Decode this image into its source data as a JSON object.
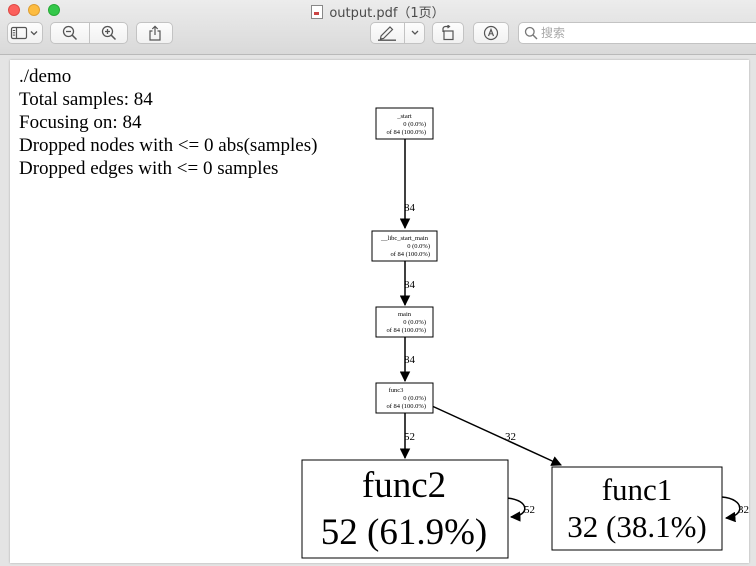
{
  "window": {
    "title": "output.pdf（1页）"
  },
  "toolbar": {
    "search_placeholder": "搜索",
    "icons": [
      "sidebar-icon",
      "chevron-down-icon",
      "zoom-out-icon",
      "zoom-in-icon",
      "share-icon",
      "markup-pen-icon",
      "chevron-down-icon",
      "rotate-icon",
      "annotate-icon",
      "search-icon"
    ]
  },
  "legend": {
    "lines": [
      "./demo",
      "Total samples: 84",
      "Focusing on: 84",
      "Dropped nodes with <= 0 abs(samples)",
      "Dropped edges with <= 0 samples"
    ]
  },
  "graph": {
    "nodes": [
      {
        "id": "start",
        "lines": [
          "_start",
          "0 (0.0%)",
          "of 84 (100.0%)"
        ]
      },
      {
        "id": "libc",
        "lines": [
          "__libc_start_main",
          "0 (0.0%)",
          "of 84 (100.0%)"
        ]
      },
      {
        "id": "main",
        "lines": [
          "main",
          "0 (0.0%)",
          "of 84 (100.0%)"
        ]
      },
      {
        "id": "func3",
        "lines": [
          "func3",
          "0 (0.0%)",
          "of 84 (100.0%)"
        ]
      },
      {
        "id": "func2",
        "lines": [
          "func2",
          "52 (61.9%)"
        ]
      },
      {
        "id": "func1",
        "lines": [
          "func1",
          "32 (38.1%)"
        ]
      }
    ],
    "edges": [
      {
        "from": "start",
        "to": "libc",
        "label": "84"
      },
      {
        "from": "libc",
        "to": "main",
        "label": "84"
      },
      {
        "from": "main",
        "to": "func3",
        "label": "84"
      },
      {
        "from": "func3",
        "to": "func2",
        "label": "52"
      },
      {
        "from": "func3",
        "to": "func1",
        "label": "32"
      },
      {
        "from": "func2",
        "to": "func2",
        "label": "52"
      },
      {
        "from": "func1",
        "to": "func1",
        "label": "32"
      }
    ]
  }
}
